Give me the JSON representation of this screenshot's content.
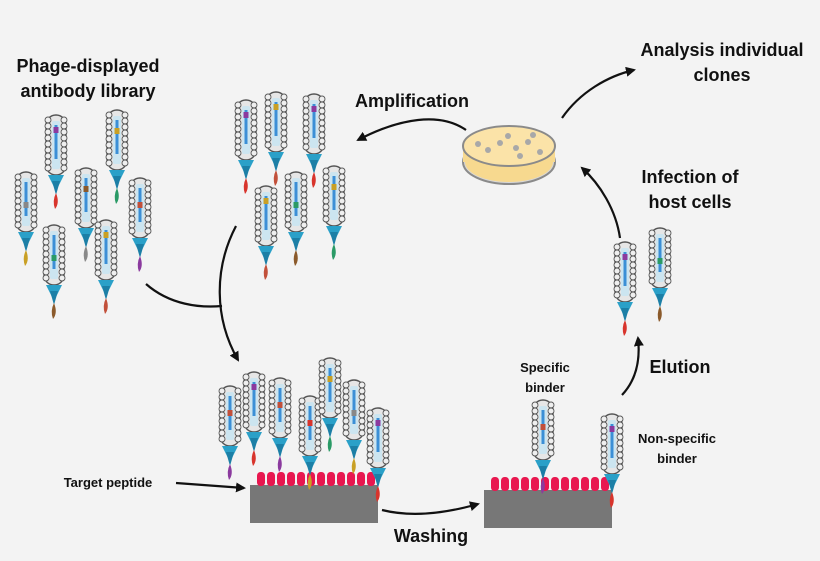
{
  "labels": {
    "library": [
      "Phage-displayed",
      "antibody library"
    ],
    "amplification": "Amplification",
    "analysis": [
      "Analysis individual",
      "clones"
    ],
    "infection": [
      "Infection of",
      "host cells"
    ],
    "elution": "Elution",
    "specific": [
      "Specific",
      "binder"
    ],
    "nonspecific": [
      "Non-specific",
      "binder"
    ],
    "target": "Target peptide",
    "washing": "Washing"
  },
  "colors": {
    "background": "#f3f3f3",
    "capsid_fill": "#e6e6e6",
    "capsid_stroke": "#555555",
    "core": "#cce5f0",
    "tail_blue": "#2aa0c8",
    "tail_teal": "#1c7fa6",
    "peptide": "#e8174f",
    "surface": "#777777",
    "dish_fill": "#f7d98f",
    "dish_rim": "#8a8a8a",
    "arrow": "#111111"
  },
  "antibody_tip_colors": [
    "#d8342c",
    "#2a9a66",
    "#8b3a9e",
    "#c9a025",
    "#c2503a",
    "#888888",
    "#c9a025",
    "#8b5a2b"
  ],
  "icons": {
    "phage": "phage-icon",
    "petri_dish": "petri-dish-icon",
    "arrow": "arrow-icon"
  }
}
